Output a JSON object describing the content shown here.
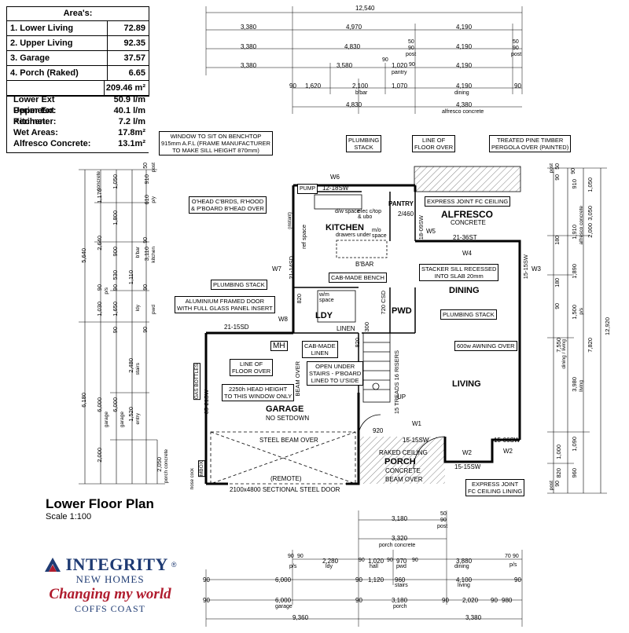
{
  "areas": {
    "heading": "Area's:",
    "rows": [
      {
        "label": "1. Lower Living",
        "value": "72.89"
      },
      {
        "label": "2. Upper Living",
        "value": "92.35"
      },
      {
        "label": "3. Garage",
        "value": "37.57"
      },
      {
        "label": "4. Porch      (Raked)",
        "value": "6.65"
      }
    ],
    "total": "209.46 m²"
  },
  "stats": [
    {
      "label": "Lower Ext Perimeter:",
      "value": "50.9 l/m"
    },
    {
      "label": "Upper Ext Perimeter:",
      "value": "40.1 l/m"
    },
    {
      "label": "Kitchen:",
      "value": "7.2 l/m"
    },
    {
      "label": "Wet Areas:",
      "value": "17.8m²"
    },
    {
      "label": "Alfresco Concrete:",
      "value": "13.1m²"
    }
  ],
  "plan": {
    "title": "Lower Floor Plan",
    "scale": "Scale 1:100"
  },
  "rooms": {
    "kitchen": "KITCHEN",
    "alfresco": "ALFRESCO",
    "alfresco_sub": "CONCRETE",
    "dining": "DINING",
    "ldy": "LDY",
    "pwd": "PWD",
    "living": "LIVING",
    "garage": "GARAGE",
    "garage_sub": "NO SETDOWN",
    "porch": "PORCH",
    "porch_sub": "CONCRETE",
    "porch_top": "RAKED CEILING",
    "pantry": "PANTRY",
    "bbar": "B'BAR",
    "mh": "MH",
    "linen": "LINEN"
  },
  "callouts": {
    "window_bench": "WINDOW TO SIT ON BENCHTOP\n915mm A.F.L (FRAME MANUFACTURER\nTO MAKE SILL HEIGHT 870mm)",
    "plumbing_top": "PLUMBING\nSTACK",
    "line_floor_top": "LINE OF\nFLOOR OVER",
    "pergola": "TREATED PINE TIMBER\nPERGOLA OVER (PAINTED)",
    "ohead": "O'HEAD C'BRDS, R'HOOD\n& P'BOARD B'HEAD OVER",
    "express_alfresco": "EXPRESS JOINT FC CEILING",
    "plumbing_left": "PLUMBING STACK",
    "alum_door": "ALUMINIUM FRAMED DOOR\nWITH FULL GLASS PANEL INSERT",
    "cab_bench": "CAB-MADE BENCH",
    "stacker": "STACKER SILL RECESSED\nINTO SLAB 20mm",
    "plumbing_right": "PLUMBING STACK",
    "awning": "600w AWNING OVER",
    "cab_linen": "CAB-MADE\nLINEN",
    "open_under": "OPEN UNDER\nSTAIRS - P'BOARD\nLINED TO U'SIDE",
    "line_floor_mid": "LINE OF\nFLOOR OVER",
    "head_height": "2250h HEAD HEIGHT\nTO THIS WINDOW ONLY",
    "express_porch": "EXPRESS JOINT\nFC CEILING LINING",
    "steel_beam": "STEEL BEAM OVER",
    "beam_over": "BEAM OVER",
    "beam_over_garage": "BEAM OVER",
    "remote": "(REMOTE)",
    "door": "2100x4800 SECTIONAL STEEL DOOR",
    "hose_cock": "hose cock",
    "mbox": "MBOX",
    "gas_bottles": "GAS BOTTLES",
    "pump": "PUMP",
    "drawers": "drawers under",
    "mo_space": "m/o space",
    "dw_space": "d/w space",
    "elec": "elec c/top & ubo",
    "ref_space": "ref space",
    "instant": "(instant)",
    "wm_space": "w/m space",
    "up": "UP",
    "treads": "15 TREADS 16 RISERS",
    "dim_920": "920",
    "dim_820a": "820",
    "dim_820b": "820",
    "dim_720": "720 CSD",
    "dim_300": "300"
  },
  "windows": {
    "w1": "W1",
    "w2a": "W2",
    "w2b": "W2",
    "w3": "W3",
    "w4": "W4",
    "w5": "W5",
    "w6": "W6",
    "w7": "W7",
    "w8": "W8",
    "sw_top": "12-18SW",
    "sw_alfresco": "18-09SW",
    "st_alfresco": "21-36ST",
    "sd_kitchen": "21-14SD",
    "sw_right": "15-15SW",
    "sd_garage": "21-15SD",
    "sw_garage": "05-21SW",
    "sw_porch": "15-15SW",
    "sw_porch2": "15-15SW",
    "sw_living": "15-06SW",
    "pantry_sw": "2/460"
  },
  "dims_top": {
    "r1": [
      "12,540"
    ],
    "r2": [
      "3,380",
      "4,970",
      "4,190"
    ],
    "r3": [
      "3,380",
      "4,830",
      "50",
      "90",
      "4,190",
      "50",
      "90"
    ],
    "r3_labels": [
      "post",
      "post"
    ],
    "r4": [
      "3,380",
      "3,580",
      "90",
      "1,020",
      "90",
      "4,190"
    ],
    "r4_labels": [
      "pantry"
    ],
    "r5": [
      "90",
      "1,620",
      "2,100",
      "1,070",
      "4,190",
      "90"
    ],
    "r5_labels": [
      "b'bar",
      "dining"
    ],
    "r6": [
      "4,830",
      "4,380"
    ],
    "r6_labels": [
      "alfresco concrete"
    ]
  },
  "dims_bottom": {
    "r1": [
      "3,180",
      "50",
      "90"
    ],
    "r1_labels": [
      "post"
    ],
    "r2": [
      "3,320"
    ],
    "r2_labels": [
      "porch concrete"
    ],
    "r3": [
      "90",
      "90",
      "2,280",
      "90",
      "1,020",
      "90",
      "970",
      "90",
      "3,880",
      "70",
      "90"
    ],
    "r3_labels": [
      "p/s",
      "ldy",
      "hall",
      "pwd",
      "dining",
      "p/s"
    ],
    "r4": [
      "90",
      "6,000",
      "90",
      "1,120",
      "960",
      "4,100",
      "90"
    ],
    "r4_labels": [
      "stairs",
      "living"
    ],
    "r5": [
      "90",
      "6,000",
      "90",
      "3,180",
      "90",
      "2,020",
      "90",
      "980"
    ],
    "r5_labels": [
      "garage",
      "porch"
    ],
    "r6": [
      "9,360",
      "3,380"
    ]
  },
  "dims_left": {
    "outer": [
      "5,640",
      "6,180"
    ],
    "mid": [
      "1,170",
      "2,640",
      "90",
      "1,030",
      "6,000",
      "2,000"
    ],
    "mid_labels": [
      "p/s",
      "garage"
    ],
    "inner": [
      "1,050",
      "1,800",
      "900",
      "530",
      "90",
      "1,650",
      "90",
      "2,480",
      "1,520",
      "6,000",
      "2,050"
    ],
    "inner_labels": [
      "concrete",
      "b'bar",
      "ldy",
      "garage",
      "porch concrete"
    ],
    "small": [
      "50",
      "910",
      "610",
      "90",
      "3,110",
      "1,110",
      "90",
      "90"
    ],
    "small_labels": [
      "post",
      "p/y",
      "kitchen",
      "pwd",
      "stairs",
      "entry"
    ]
  },
  "dims_right": {
    "outer": [
      "12,920"
    ],
    "r1": [
      "1,050",
      "3,050",
      "2,000",
      "7,820"
    ],
    "r1_labels": [
      "alfresco concrete"
    ],
    "r2": [
      "90",
      "910",
      "1,910",
      "1,890",
      "1,500",
      "3,980",
      "1,090",
      "960"
    ],
    "r2_labels": [
      "p/s",
      "living"
    ],
    "r3": [
      "50",
      "90",
      "180",
      "180",
      "90",
      "7,550",
      "1,000",
      "820",
      "90"
    ],
    "r3_labels": [
      "post",
      "dining / living",
      "post"
    ]
  },
  "logo": {
    "line1": "INTEGRITY",
    "reg": "®",
    "line2": "NEW HOMES",
    "line3": "Changing my world",
    "line4": "COFFS COAST"
  },
  "colors": {
    "logo_blue": "#1f3b73",
    "logo_red": "#b01c2e",
    "wall": "#000000",
    "hatch": "#7a7a7a"
  }
}
